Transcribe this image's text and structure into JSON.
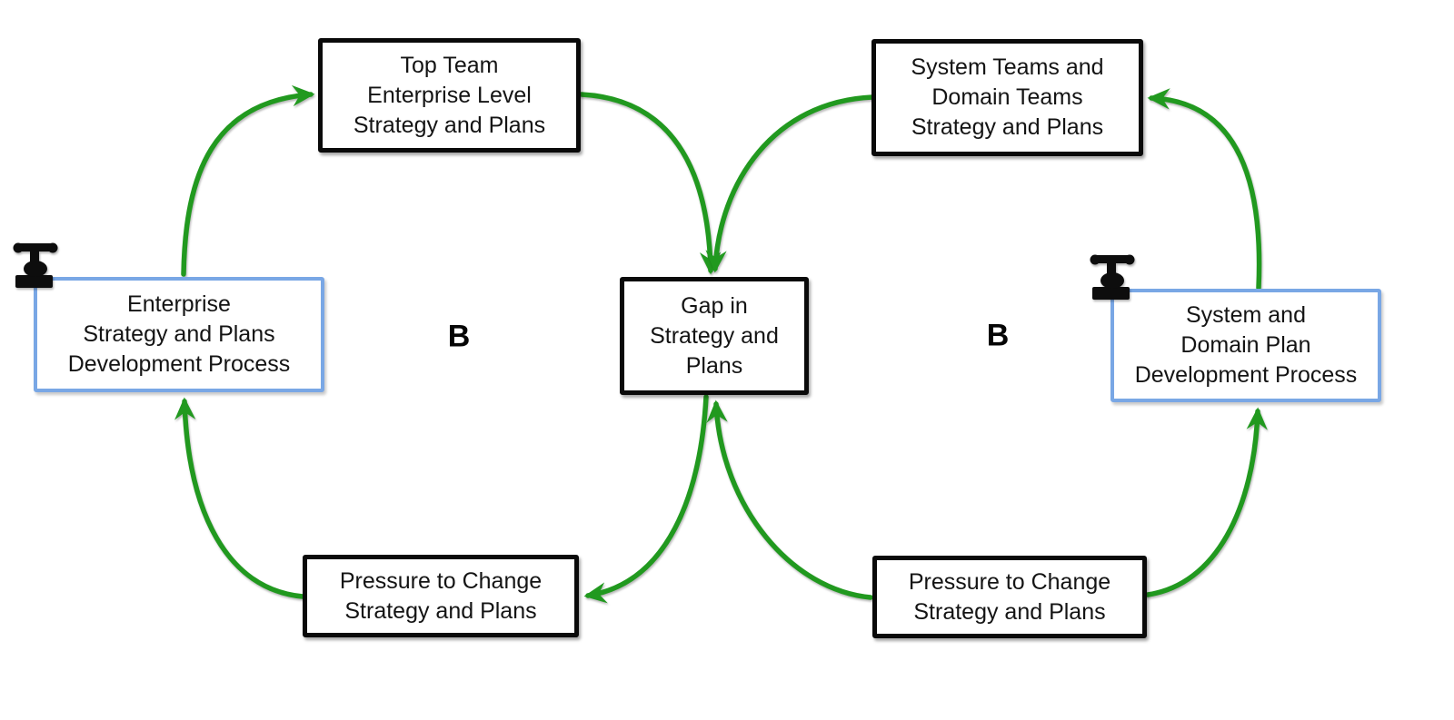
{
  "diagram": {
    "kind": "causal-loop-diagram",
    "loop_count": 2
  },
  "colors": {
    "arrow": "#21991f",
    "process_border": "#79a7e5",
    "node_border": "#0a0a0a",
    "text": "#141414"
  },
  "nodes": [
    {
      "id": "top-team",
      "type": "variable",
      "lines": [
        "Top Team",
        "Enterprise Level",
        "Strategy and Plans"
      ]
    },
    {
      "id": "system-teams",
      "type": "variable",
      "lines": [
        "System Teams and",
        "Domain Teams",
        "Strategy and Plans"
      ]
    },
    {
      "id": "enterprise-process",
      "type": "process",
      "lines": [
        "Enterprise",
        "Strategy and Plans",
        "Development Process"
      ]
    },
    {
      "id": "gap",
      "type": "variable",
      "lines": [
        "Gap in",
        "Strategy and",
        "Plans"
      ]
    },
    {
      "id": "system-domain-process",
      "type": "process",
      "lines": [
        "System and",
        "Domain Plan",
        "Development Process"
      ]
    },
    {
      "id": "pressure-left",
      "type": "variable",
      "lines": [
        "Pressure to Change",
        "Strategy and Plans"
      ]
    },
    {
      "id": "pressure-right",
      "type": "variable",
      "lines": [
        "Pressure to Change",
        "Strategy and Plans"
      ]
    }
  ],
  "loop_labels": [
    {
      "id": "loop-left",
      "text": "B"
    },
    {
      "id": "loop-right",
      "text": "B"
    }
  ],
  "edges": [
    {
      "from": "enterprise-process",
      "to": "top-team"
    },
    {
      "from": "top-team",
      "to": "gap"
    },
    {
      "from": "system-teams",
      "to": "gap"
    },
    {
      "from": "gap",
      "to": "pressure-left"
    },
    {
      "from": "pressure-left",
      "to": "enterprise-process"
    },
    {
      "from": "system-domain-process",
      "to": "system-teams"
    },
    {
      "from": "pressure-right",
      "to": "gap"
    },
    {
      "from": "pressure-right",
      "to": "system-domain-process"
    }
  ],
  "icons": [
    {
      "name": "valve-icon",
      "attached_to": "enterprise-process"
    },
    {
      "name": "valve-icon",
      "attached_to": "system-domain-process"
    }
  ]
}
